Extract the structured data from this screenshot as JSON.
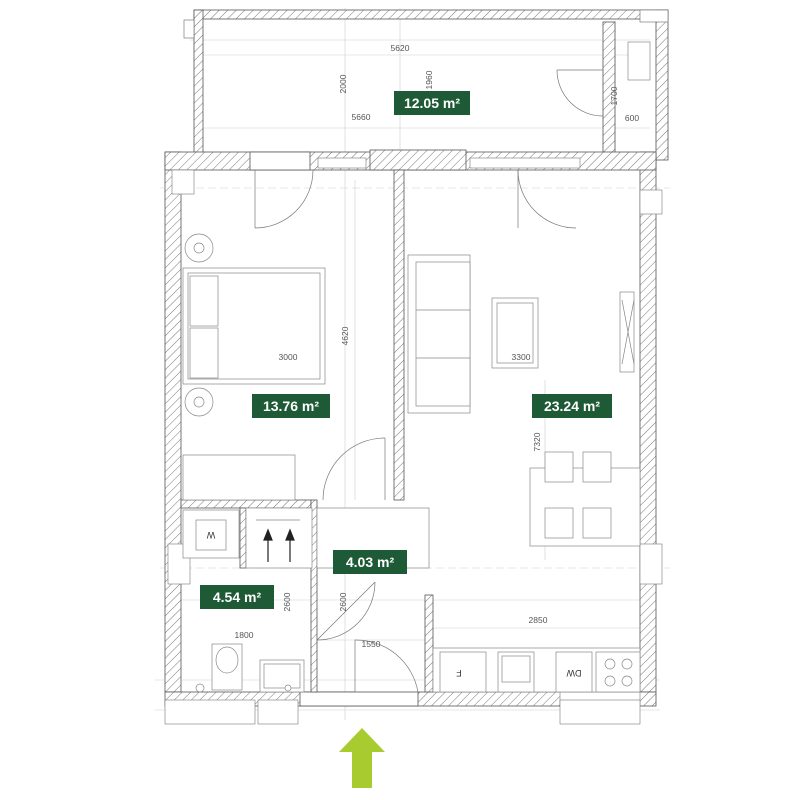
{
  "rooms": {
    "balcony": {
      "area": "12.05 m²"
    },
    "bedroom": {
      "area": "13.76 m²"
    },
    "living": {
      "area": "23.24 m²"
    },
    "hall": {
      "area": "4.03 m²"
    },
    "bathroom": {
      "area": "4.54 m²"
    }
  },
  "dimensions": {
    "balcony_width": "5620",
    "balcony_inner_width": "5660",
    "balcony_depth": "2000",
    "balcony_depth_2": "1960",
    "balcony_side_depth": "1700",
    "balcony_side_width": "600",
    "bedroom_length": "4620",
    "bedroom_width": "3000",
    "living_width": "3300",
    "living_length": "7320",
    "hall_length": "2600",
    "bath_length": "2600",
    "bath_width": "1800",
    "hall_width": "1550",
    "kitchen_width": "2850"
  },
  "appliances": {
    "washer": "W",
    "dishwasher": "DW",
    "fridge": "F"
  },
  "icons": {
    "entrance": "entrance-arrow-icon",
    "stairs": "up-arrow-icon"
  },
  "colors": {
    "label_bg": "#1d5a35",
    "entrance_arrow": "#a8cc2f",
    "wall": "#555555"
  }
}
